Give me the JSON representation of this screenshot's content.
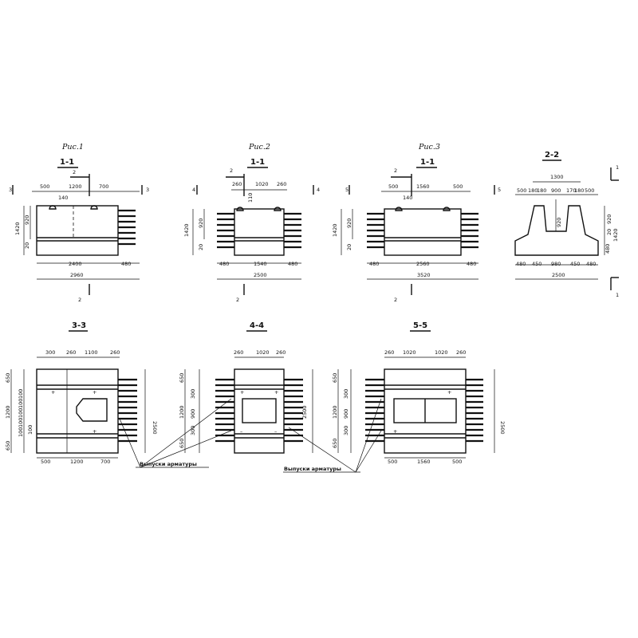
{
  "figures": [
    {
      "caption": "Рис.1",
      "section": "1-1",
      "cut_a": "2",
      "cut_b": "2",
      "side_l": "3",
      "side_r": "3",
      "top_dims": [
        "500",
        "1200",
        "700"
      ],
      "hole_dim": "140",
      "left_dims": [
        "1420",
        "920",
        "20"
      ],
      "bottom_dims": [
        "2400",
        "480"
      ],
      "total": "2960"
    },
    {
      "caption": "Рис.2",
      "section": "1-1",
      "cut_a": "2",
      "cut_b": "2",
      "side_l": "4",
      "side_r": "4",
      "top_dims": [
        "260",
        "1020",
        "260"
      ],
      "hole_dim": "110",
      "left_dims": [
        "1420",
        "920",
        "20"
      ],
      "bottom_dims": [
        "480",
        "1540",
        "480"
      ],
      "total": "2500"
    },
    {
      "caption": "Рис.3",
      "section": "1-1",
      "cut_a": "2",
      "cut_b": "2",
      "side_l": "5",
      "side_r": "5",
      "top_dims": [
        "500",
        "1560",
        "500"
      ],
      "hole_dim": "140",
      "left_dims": [
        "1420",
        "920",
        "20"
      ],
      "bottom_dims": [
        "480",
        "2560",
        "480"
      ],
      "total": "3520"
    }
  ],
  "section_22": {
    "title": "2-2",
    "cut_top": "1",
    "cut_bottom": "1",
    "top_total": "1300",
    "top_dims": [
      "500",
      "180",
      "180",
      "900",
      "170",
      "180",
      "500"
    ],
    "height_inner": "920",
    "right_dims": [
      "920",
      "20",
      "1420"
    ],
    "left_dim": "480",
    "bottom_dims": [
      "480",
      "450",
      "980",
      "450",
      "480"
    ],
    "total": "2500"
  },
  "plans": [
    {
      "title": "3-3",
      "top_dims": [
        "300",
        "260",
        "1100",
        "260"
      ],
      "left_dims": [
        "650",
        "1200",
        "100",
        "100",
        "100",
        "100",
        "100",
        "100",
        "650"
      ],
      "right_dim": "2500",
      "bottom_dims": [
        "500",
        "1200",
        "700"
      ]
    },
    {
      "title": "4-4",
      "top_dims": [
        "260",
        "1020",
        "260"
      ],
      "left_dims": [
        "650",
        "300",
        "1200",
        "900",
        "300",
        "650"
      ],
      "right_dim": "2500",
      "bottom_dims": []
    },
    {
      "title": "5-5",
      "top_dims": [
        "260",
        "1020",
        "1020",
        "260"
      ],
      "left_dims": [
        "650",
        "300",
        "1200",
        "900",
        "300",
        "650"
      ],
      "right_dim": "2500",
      "bottom_dims": [
        "500",
        "1560",
        "500"
      ]
    }
  ],
  "note": "Выпуски арматуры"
}
